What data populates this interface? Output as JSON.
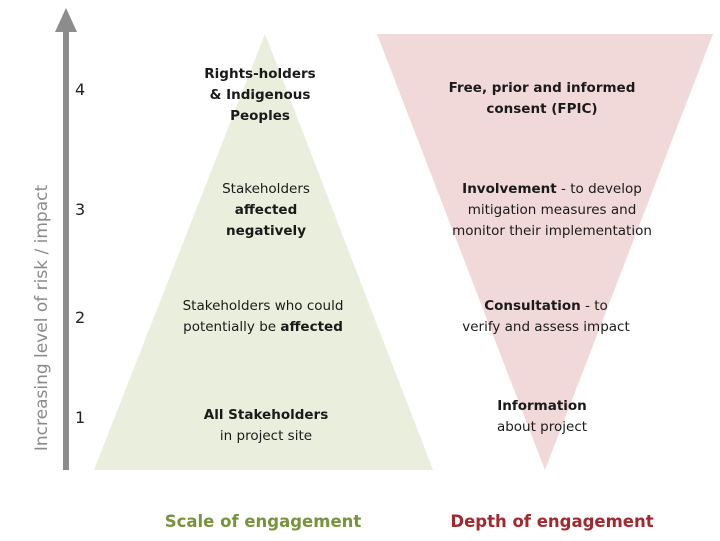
{
  "axis": {
    "label": "Increasing level of risk / impact",
    "levels": [
      "1",
      "2",
      "3",
      "4"
    ]
  },
  "pyramid": {
    "title": "Scale of engagement",
    "level4": {
      "line1": "Rights-holders",
      "line2": "& Indigenous",
      "line3": "Peoples"
    },
    "level3": {
      "line1": "Stakeholders",
      "line2": "affected",
      "line3": "negatively"
    },
    "level2": {
      "line1": "Stakeholders who could",
      "line2a": "potentially be ",
      "line2b": "affected"
    },
    "level1": {
      "line1": "All Stakeholders",
      "line2": "in project site"
    }
  },
  "inverted": {
    "title": "Depth of engagement",
    "level4": {
      "line1": "Free, prior and informed",
      "line2": "consent (FPIC)"
    },
    "level3": {
      "bold": "Involvement",
      "rest": " - to develop",
      "line2": "mitigation measures and",
      "line3": "monitor their implementation"
    },
    "level2": {
      "bold": "Consultation",
      "rest": " - to",
      "line2": "verify and assess impact"
    },
    "level1": {
      "line1": "Information",
      "line2": "about project"
    }
  },
  "colors": {
    "pyramid_fill": "#e9eedd",
    "inverted_fill": "#f2d9d9",
    "axis": "#8c8c8c",
    "scale_title": "#77933c",
    "depth_title": "#a0282e"
  }
}
